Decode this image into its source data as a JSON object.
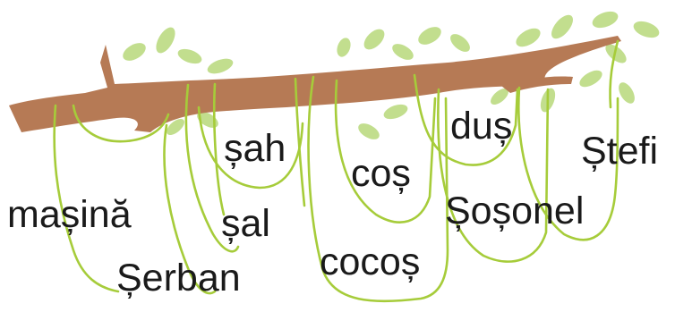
{
  "words": {
    "masina": "mașină",
    "serban": "Șerban",
    "sal": "șal",
    "sah": "șah",
    "cos": "coș",
    "cocos": "cocoș",
    "dus": "duș",
    "sosonel": "Șoșonel",
    "stefi": "Ștefi"
  },
  "colors": {
    "branch": "#b67a55",
    "vine": "#a6cc3a",
    "leaf": "#c2de8e",
    "text": "#1a1a1a"
  }
}
